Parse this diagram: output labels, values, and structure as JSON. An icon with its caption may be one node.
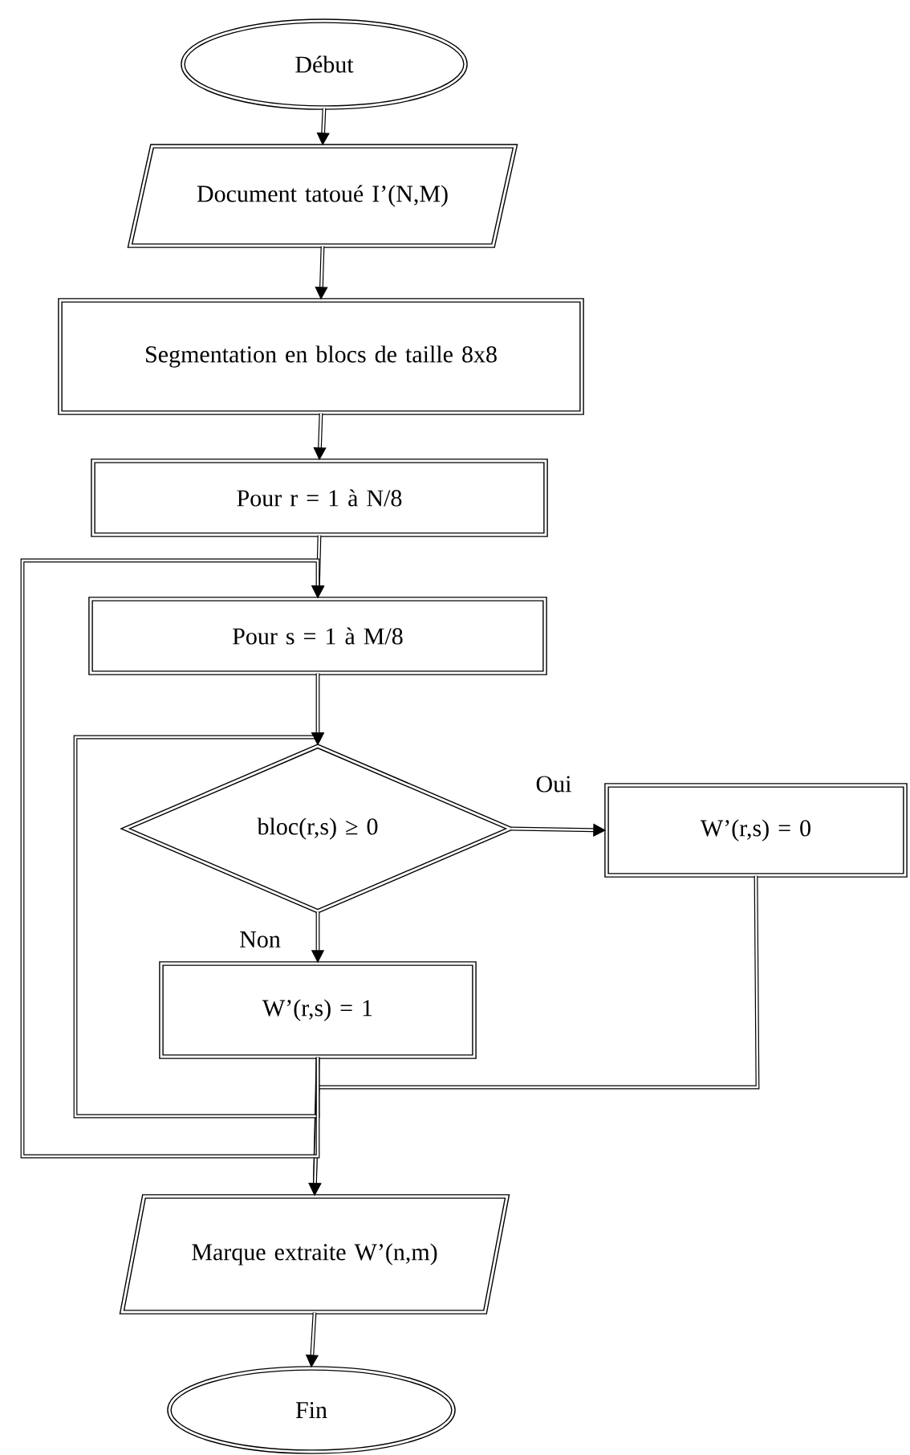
{
  "diagram": {
    "nodes": [
      {
        "text": [
          "Début"
        ]
      },
      {
        "text": [
          "Document tatoué I’(N,M)"
        ]
      },
      {
        "text": [
          "Segmentation en blocs de taille 8x8"
        ]
      },
      {
        "text": [
          "Pour r = 1 à N/8"
        ]
      },
      {
        "text": [
          "Pour s = 1 à M/8"
        ]
      },
      {
        "text": [
          "bloc(r,s) ≥ 0"
        ]
      },
      {
        "text": [
          "W’(r,s) = 0"
        ]
      },
      {
        "text": [
          "W’(r,s) = 1"
        ]
      },
      {
        "text": [
          "Marque extraite W’(n,m)"
        ]
      },
      {
        "text": [
          "Fin"
        ]
      }
    ],
    "edges": [
      {
        "from": 0,
        "to": 1,
        "arrow": "to"
      },
      {
        "from": 1,
        "to": 2,
        "arrow": "to"
      },
      {
        "from": 2,
        "to": 3,
        "arrow": "to"
      },
      {
        "from": 3,
        "to": 4,
        "arrow": "to"
      },
      {
        "from": 4,
        "to": 5,
        "arrow": "to"
      },
      {
        "from": 5,
        "to": 6,
        "arrow": "to",
        "label": "Oui"
      },
      {
        "from": 5,
        "to": 7,
        "arrow": "to",
        "label": "Non"
      },
      {
        "from": 7,
        "to": 8,
        "arrow": "to"
      },
      {
        "from": 6,
        "to": 8,
        "arrow": "to"
      },
      {
        "from": 7,
        "to": 5,
        "arrow": "to"
      },
      {
        "from": 7,
        "to": 4,
        "arrow": "to"
      },
      {
        "from": 8,
        "to": 9,
        "arrow": "to"
      }
    ]
  }
}
